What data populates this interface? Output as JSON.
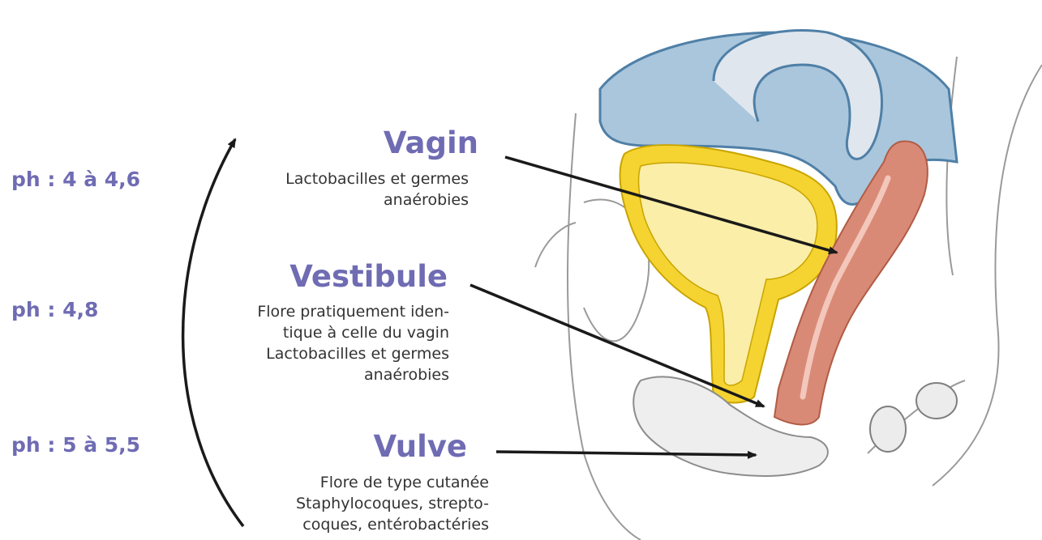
{
  "ph_scale": [
    {
      "label": "ph : 4 à 4,6"
    },
    {
      "label": "ph : 4,8"
    },
    {
      "label": "ph : 5 à 5,5"
    }
  ],
  "regions": [
    {
      "title": "Vagin",
      "lines": [
        "Lactobacilles et germes",
        "anaérobies"
      ]
    },
    {
      "title": "Vestibule",
      "lines": [
        "Flore pratiquement iden-",
        "tique à celle du vagin",
        "Lactobacilles et germes",
        "anaérobies"
      ]
    },
    {
      "title": "Vulve",
      "lines": [
        "Flore de type cutanée",
        "Staphylocoques, strepto-",
        "coques, entérobactéries"
      ]
    }
  ],
  "colors": {
    "accent": "#6f6cb3",
    "text": "#333333",
    "arrow": "#1a1a1a",
    "peritoneum": "#a9c6dc",
    "bladder": "#f5d431",
    "bladder_inner": "#fbeea8",
    "vagina": "#d98a76"
  }
}
